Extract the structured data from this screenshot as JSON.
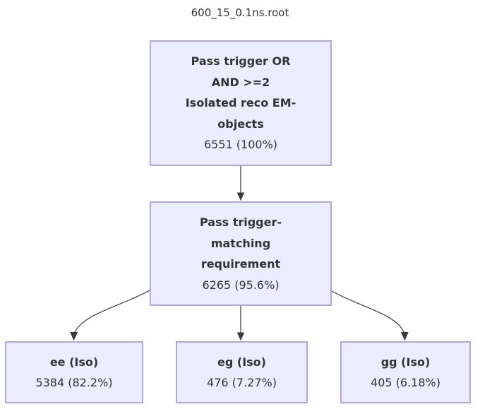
{
  "title": "600_15_0.1ns.root",
  "colors": {
    "node_fill": "#ECECFF",
    "node_border": "#B4A5E0",
    "text": "#333333",
    "edge": "#3A3A3A"
  },
  "nodes": {
    "root": {
      "label_lines": [
        "Pass trigger OR",
        "AND >=2",
        "Isolated reco EM-",
        "objects"
      ],
      "count": "6551 (100%)"
    },
    "trigger_matching": {
      "label_lines": [
        "Pass trigger-",
        "matching",
        "requirement"
      ],
      "count": "6265 (95.6%)"
    },
    "ee": {
      "label": "ee (Iso)",
      "count": "5384 (82.2%)"
    },
    "eg": {
      "label": "eg (Iso)",
      "count": "476 (7.27%)"
    },
    "gg": {
      "label": "gg (Iso)",
      "count": "405 (6.18%)"
    }
  },
  "edges": [
    {
      "from": "root",
      "to": "trigger_matching"
    },
    {
      "from": "trigger_matching",
      "to": "ee"
    },
    {
      "from": "trigger_matching",
      "to": "eg"
    },
    {
      "from": "trigger_matching",
      "to": "gg"
    }
  ]
}
